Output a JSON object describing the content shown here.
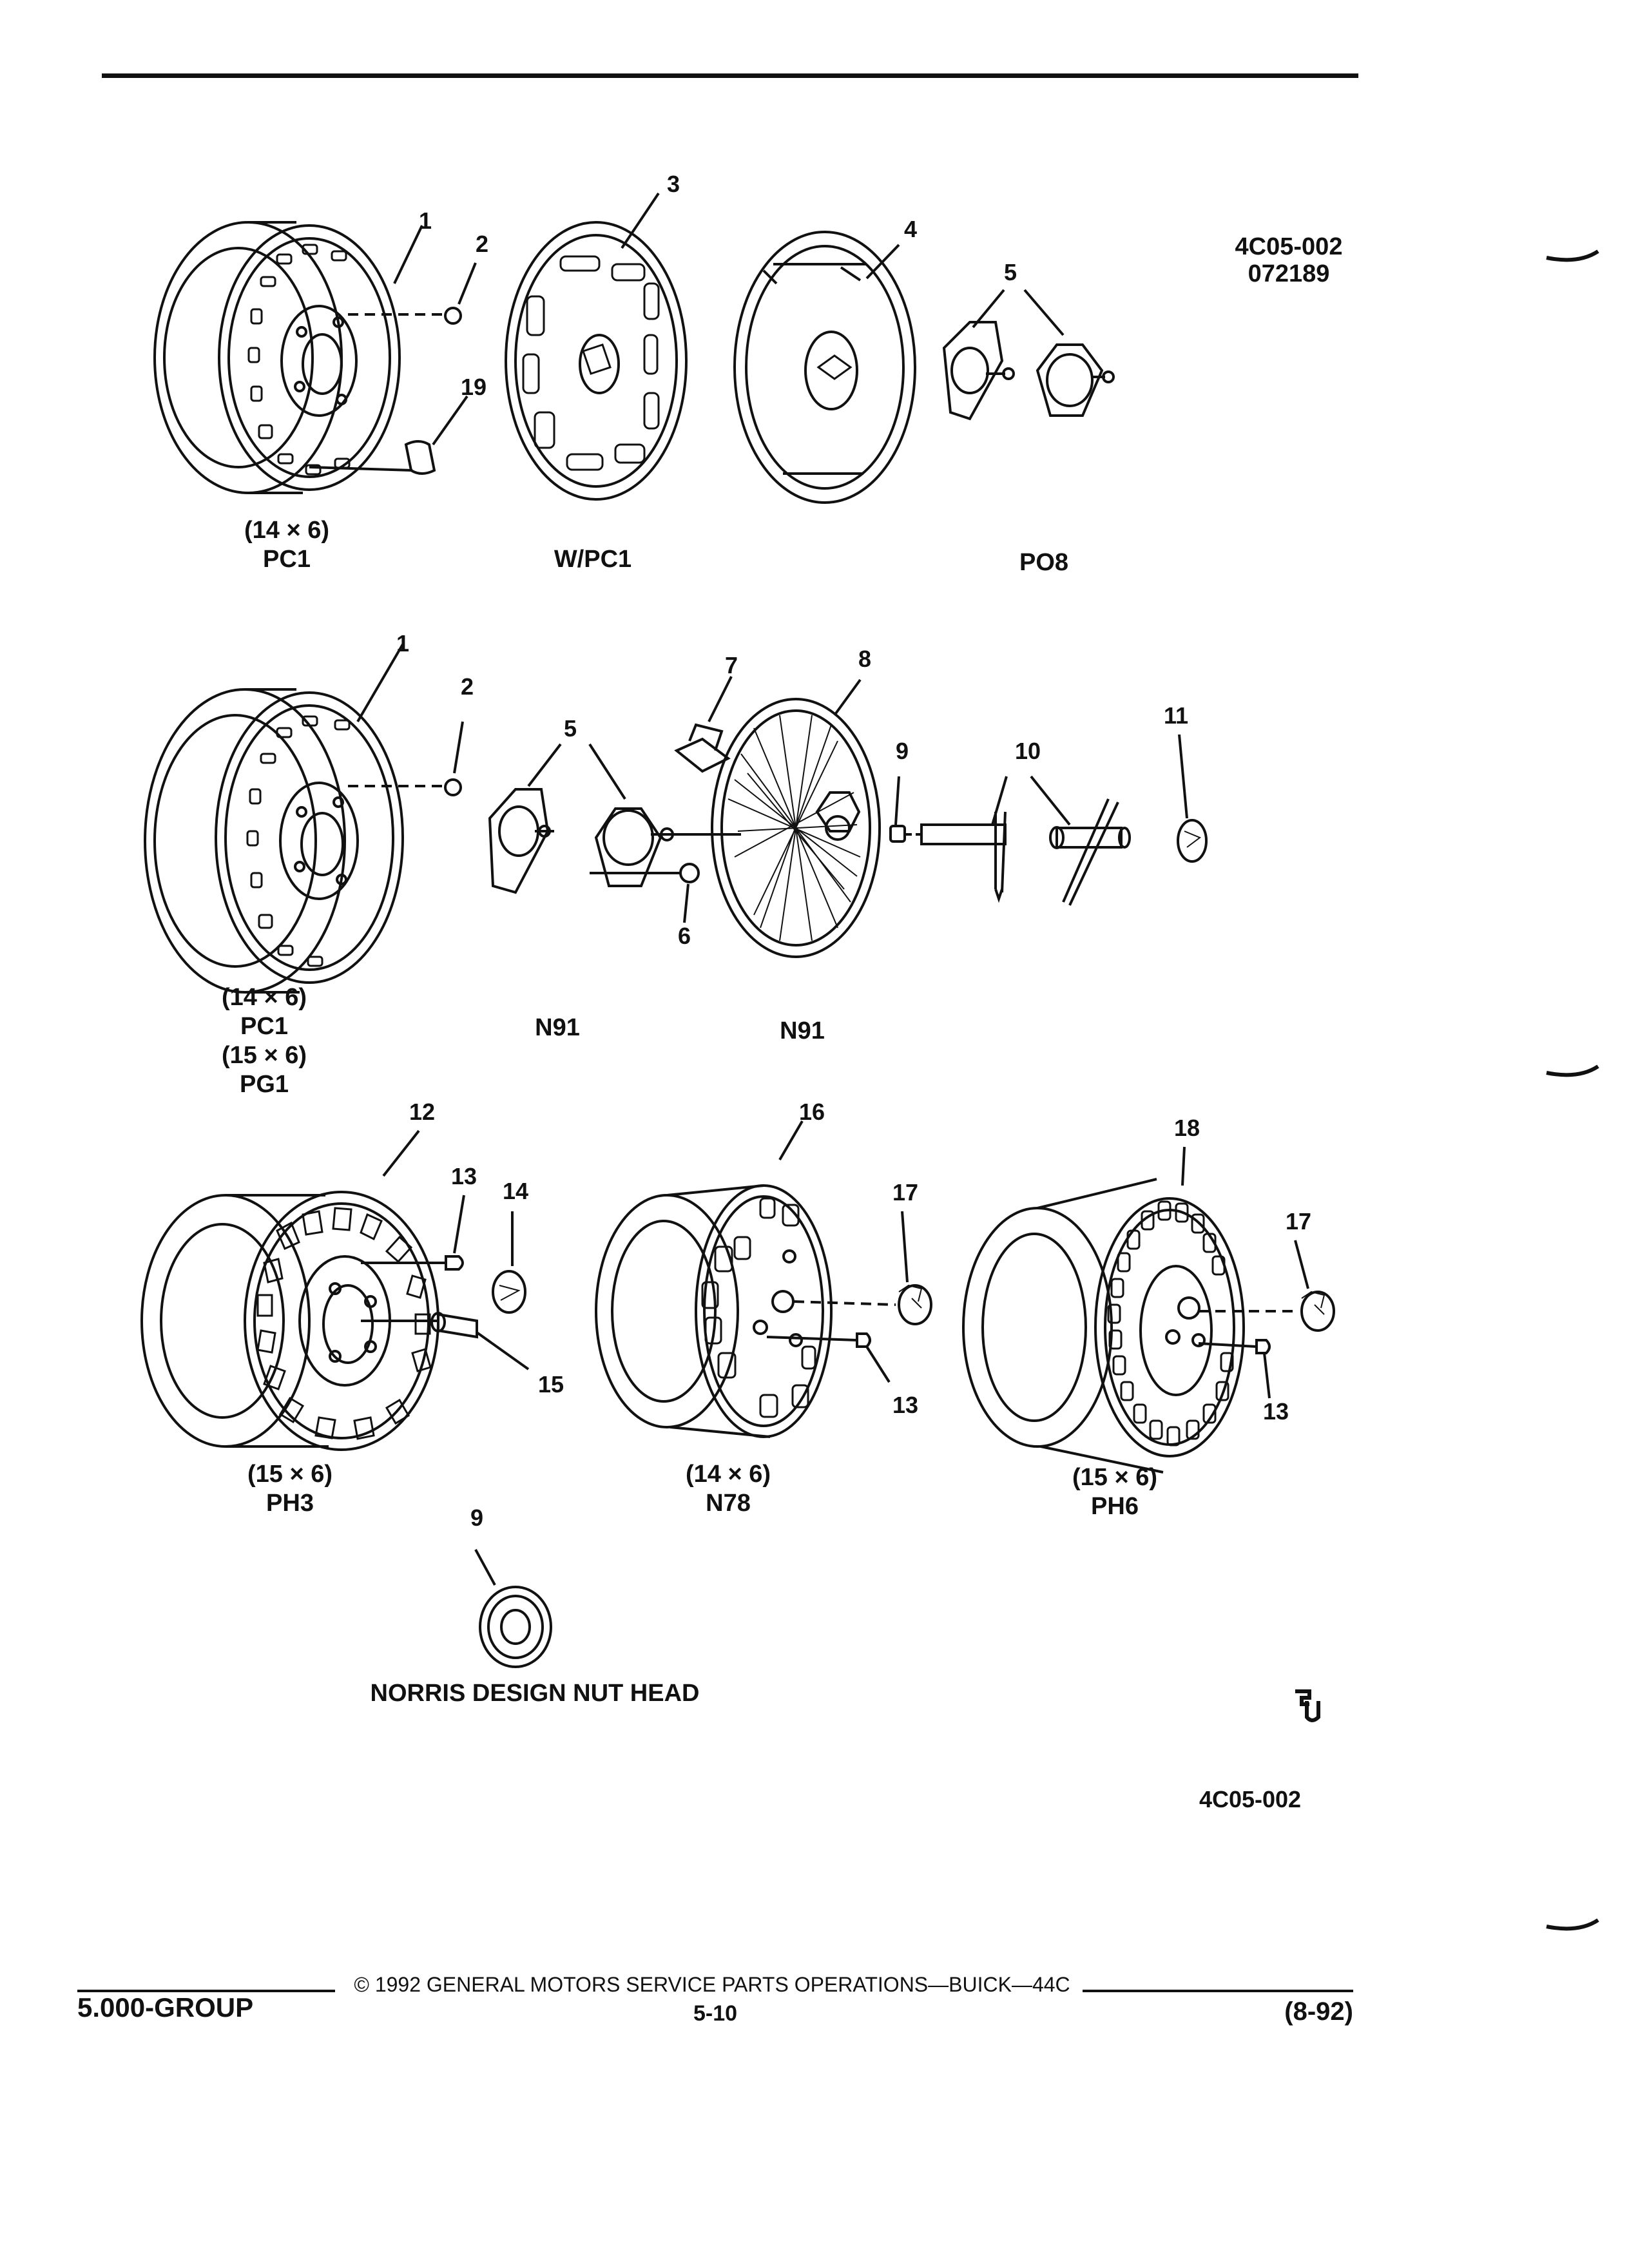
{
  "header": {
    "figure_code": "4C05-002",
    "figure_date": "072189"
  },
  "callouts": {
    "c1a": "1",
    "c2a": "2",
    "c3": "3",
    "c4": "4",
    "c5a": "5",
    "c19": "19",
    "c1b": "1",
    "c2b": "2",
    "c5b": "5",
    "c6": "6",
    "c7": "7",
    "c8": "8",
    "c9a": "9",
    "c10": "10",
    "c11": "11",
    "c12": "12",
    "c13a": "13",
    "c14": "14",
    "c15": "15",
    "c16": "16",
    "c17a": "17",
    "c13b": "13",
    "c18": "18",
    "c17b": "17",
    "c13c": "13",
    "c9b": "9"
  },
  "captions": {
    "row1_wheel_size": "(14 × 6)",
    "row1_wheel_code": "PC1",
    "row1_cover": "W/PC1",
    "row1_po8": "PO8",
    "row2_size1": "(14 × 6)",
    "row2_code1": "PC1",
    "row2_size2": "(15 × 6)",
    "row2_code2": "PG1",
    "row2_n91_a": "N91",
    "row2_n91_b": "N91",
    "row3_ph3_size": "(15 × 6)",
    "row3_ph3_code": "PH3",
    "row3_n78_size": "(14 × 6)",
    "row3_n78_code": "N78",
    "row3_ph6_size": "(15 × 6)",
    "row3_ph6_code": "PH6",
    "nut_head": "NORRIS DESIGN NUT HEAD"
  },
  "footer": {
    "figure_code": "4C05-002",
    "group": "5.000-GROUP",
    "copyright": "© 1992 GENERAL MOTORS SERVICE PARTS OPERATIONS—BUICK—44C",
    "page": "5-10",
    "revision": "(8-92)"
  },
  "icons": {
    "logo": "gm-parts-logo-icon"
  }
}
